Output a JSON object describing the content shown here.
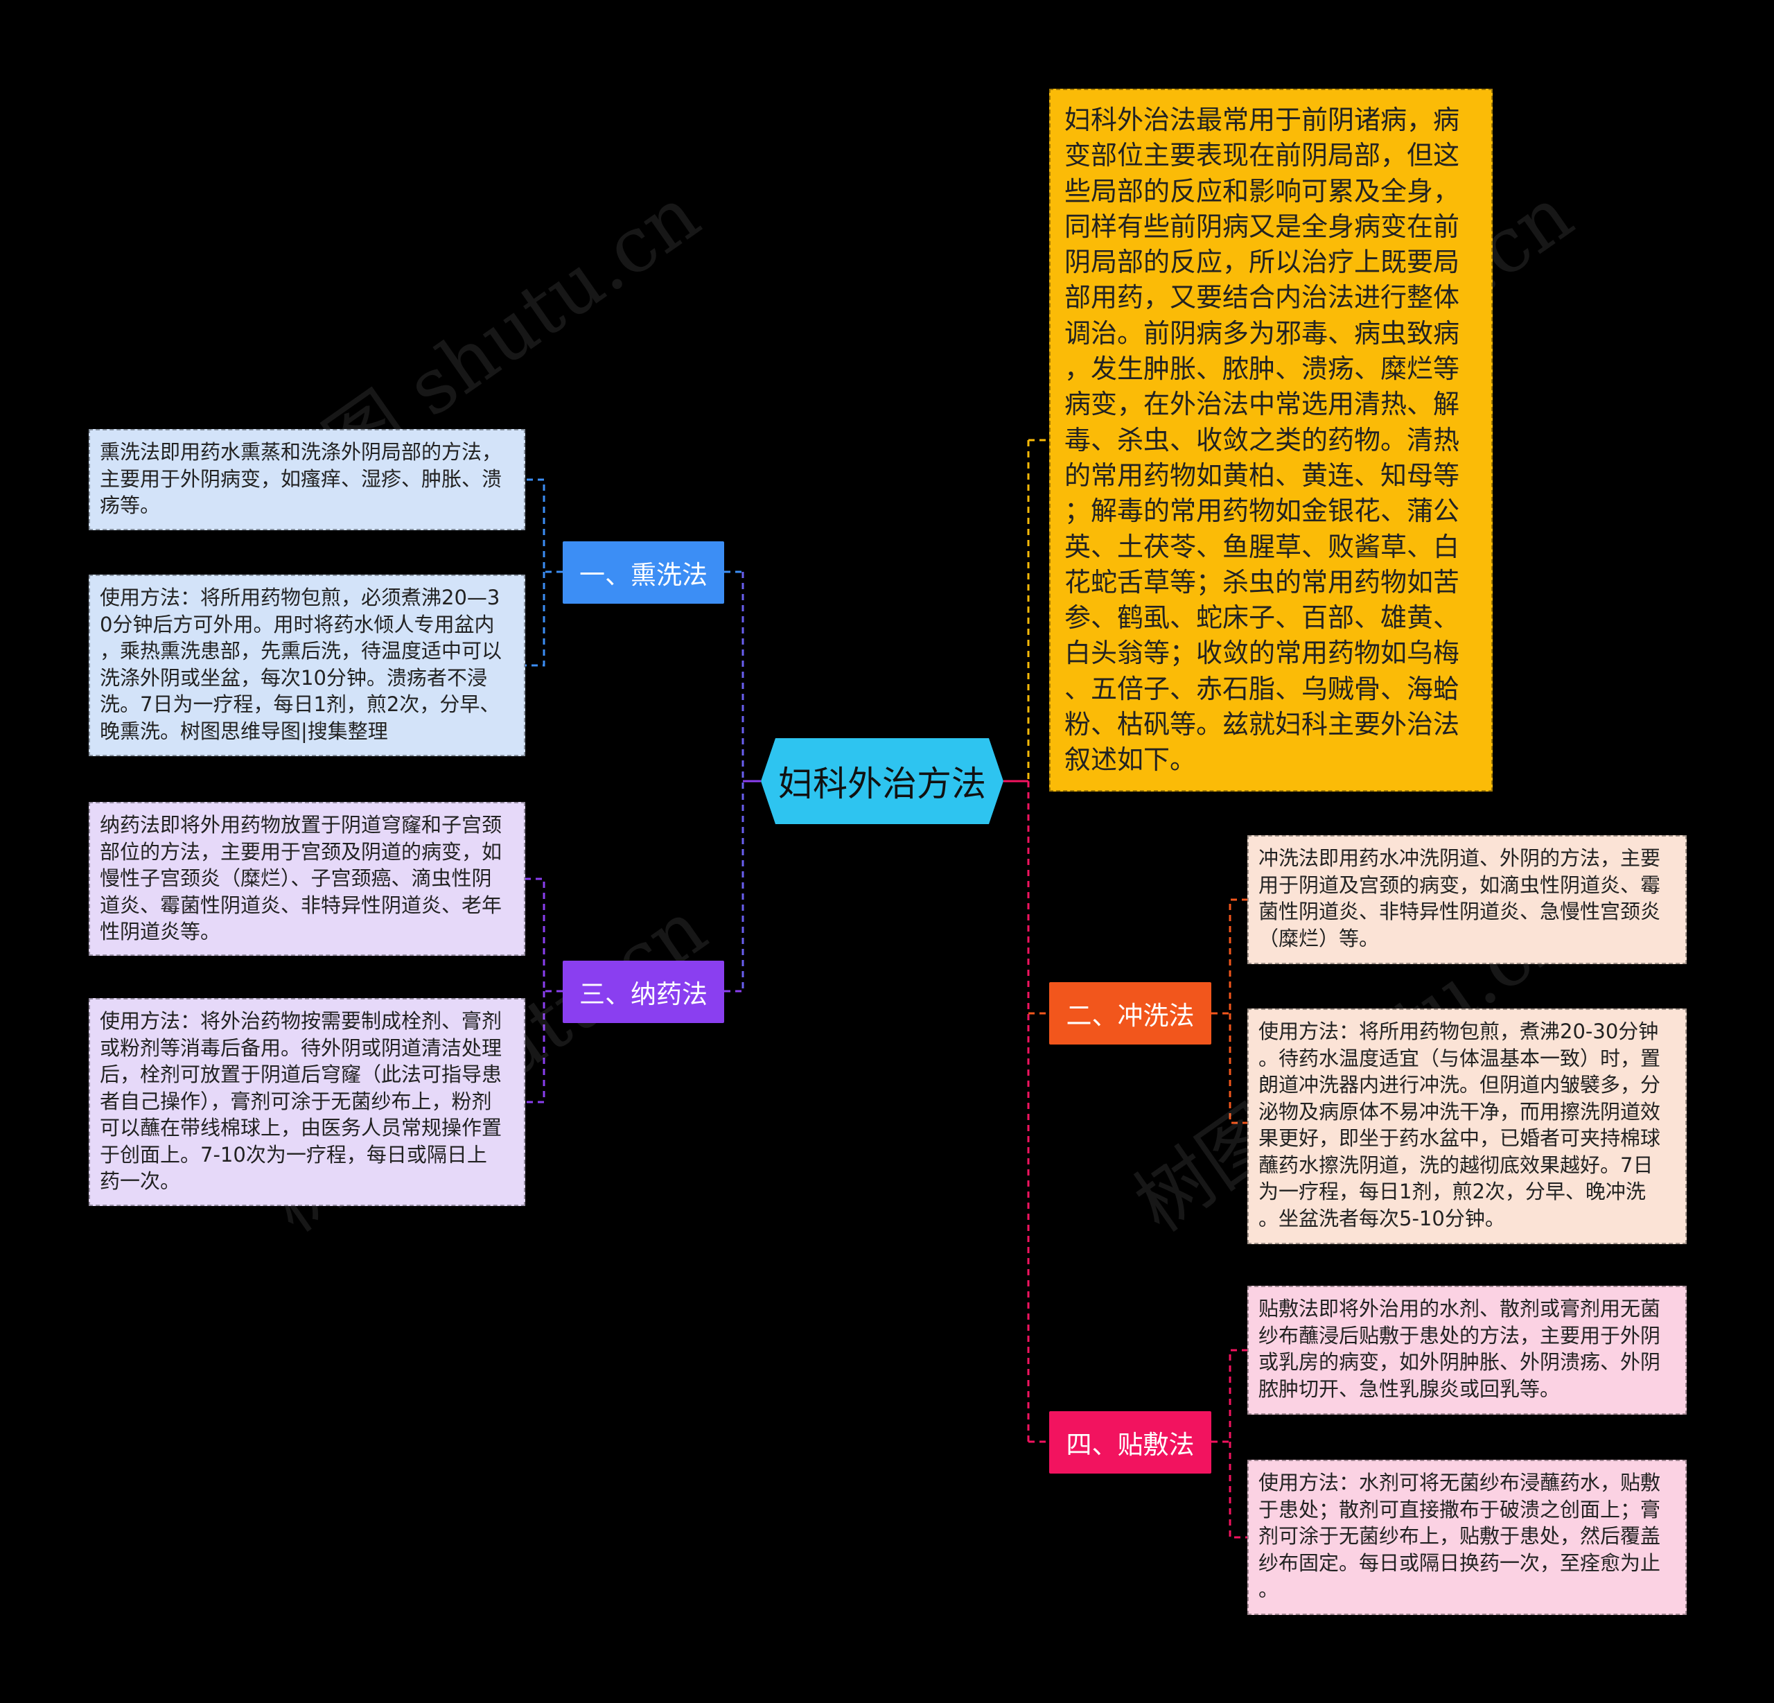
{
  "center": {
    "label": "妇科外治方法",
    "color": "#2ec4f0"
  },
  "intro": {
    "text": "妇科外治法最常用于前阴诸病，病\n变部位主要表现在前阴局部，但这\n些局部的反应和影响可累及全身，\n同样有些前阴病又是全身病变在前\n阴局部的反应，所以治疗上既要局\n部用药，又要结合内治法进行整体\n调治。前阴病多为邪毒、病虫致病\n，发生肿胀、脓肿、溃疡、糜烂等\n病变，在外治法中常选用清热、解\n毒、杀虫、收敛之类的药物。清热\n的常用药物如黄柏、黄连、知母等\n；解毒的常用药物如金银花、蒲公\n英、土茯苓、鱼腥草、败酱草、白\n花蛇舌草等；杀虫的常用药物如苦\n参、鹤虱、蛇床子、百部、雄黄、\n白头翁等；收敛的常用药物如乌梅\n、五倍子、赤石脂、乌贼骨、海蛤\n粉、枯矾等。兹就妇科主要外治法\n叙述如下。",
    "color": "#fbbb07"
  },
  "branches": {
    "b1": {
      "label": "一、熏洗法",
      "color": "#3c8ef5",
      "leaf1": "熏洗法即用药水熏蒸和洗涤外阴局部的方法，\n主要用于外阴病变，如瘙痒、湿疹、肿胀、溃\n疡等。",
      "leaf2": "使用方法：将所用药物包煎，必须煮沸20—3\n0分钟后方可外用。用时将药水倾人专用盆内\n，乘热熏洗患部，先熏后洗，待温度适中可以\n洗涤外阴或坐盆，每次10分钟。溃疡者不浸\n洗。7日为一疗程，每日1剂，煎2次，分早、\n晚熏洗。树图思维导图|搜集整理",
      "leaf_color": "#d3e3f9"
    },
    "b2": {
      "label": "二、冲洗法",
      "color": "#f2561c",
      "leaf1": "冲洗法即用药水冲洗阴道、外阴的方法，主要\n用于阴道及宫颈的病变，如滴虫性阴道炎、霉\n菌性阴道炎、非特异性阴道炎、急慢性宫颈炎\n（糜烂）等。",
      "leaf2": "使用方法：将所用药物包煎，煮沸20-30分钟\n。待药水温度适宜（与体温基本一致）时，置\n朗道冲洗器内进行冲洗。但阴道内皱襞多，分\n泌物及病原体不易冲洗干净，而用擦洗阴道效\n果更好，即坐于药水盆中，已婚者可夹持棉球\n蘸药水擦洗阴道，洗的越彻底效果越好。7日\n为一疗程，每日1剂，煎2次，分早、晚冲洗\n。坐盆洗者每次5-10分钟。",
      "leaf_color": "#fbe3d6"
    },
    "b3": {
      "label": "三、纳药法",
      "color": "#8a3ff0",
      "leaf1": "纳药法即将外用药物放置于阴道穹窿和子宫颈\n部位的方法，主要用于宫颈及阴道的病变，如\n慢性子宫颈炎（糜烂）、子宫颈癌、滴虫性阴\n道炎、霉菌性阴道炎、非特异性阴道炎、老年\n性阴道炎等。",
      "leaf2": "使用方法：将外治药物按需要制成栓剂、膏剂\n或粉剂等消毒后备用。待外阴或阴道清洁处理\n后，栓剂可放置于阴道后穹窿（此法可指导患\n者自己操作），膏剂可涂于无菌纱布上，粉剂\n可以蘸在带线棉球上，由医务人员常规操作置\n于创面上。7-10次为一疗程，每日或隔日上\n药一次。",
      "leaf_color": "#e6d9f9"
    },
    "b4": {
      "label": "四、贴敷法",
      "color": "#f2135f",
      "leaf1": "贴敷法即将外治用的水剂、散剂或膏剂用无菌\n纱布蘸浸后贴敷于患处的方法，主要用于外阴\n或乳房的病变，如外阴肿胀、外阴溃疡、外阴\n脓肿切开、急性乳腺炎或回乳等。",
      "leaf2": "使用方法：水剂可将无菌纱布浸蘸药水，贴敷\n于患处；散剂可直接撒布于破溃之创面上；膏\n剂可涂于无菌纱布上，贴敷于患处，然后覆盖\n纱布固定。每日或隔日换药一次，至痊愈为止\n。",
      "leaf_color": "#fbd2e3"
    }
  },
  "watermark": "树图 shutu.cn"
}
